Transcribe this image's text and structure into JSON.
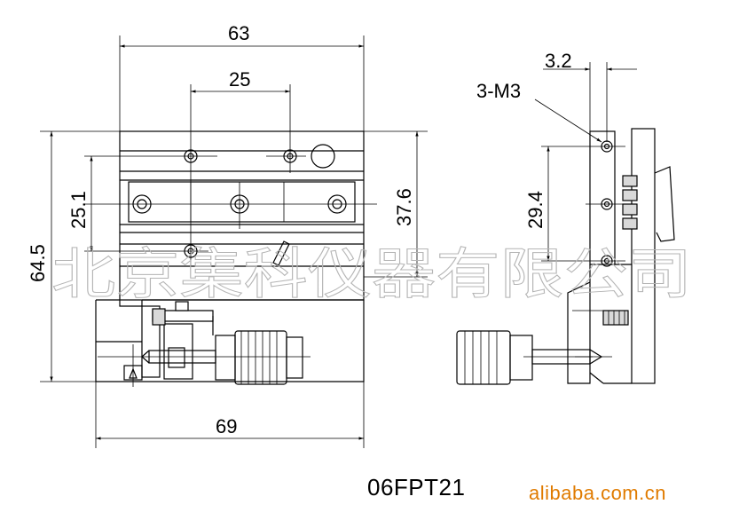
{
  "dimensions": {
    "top_width": "63",
    "hole_spacing": "25",
    "overall_height": "64.5",
    "hole_offset": "25.1",
    "stage_height": "37.6",
    "bottom_width": "69",
    "side_offset": "3.2",
    "side_thread": "3-M3",
    "side_hole_spacing": "29.4"
  },
  "watermark": "北京集科仪器有限公司",
  "model_number": "06FPT21",
  "site": "alibaba.com.cn",
  "colors": {
    "line": "#000000",
    "watermark": "#b5b5b5",
    "site": "#e07b00"
  }
}
